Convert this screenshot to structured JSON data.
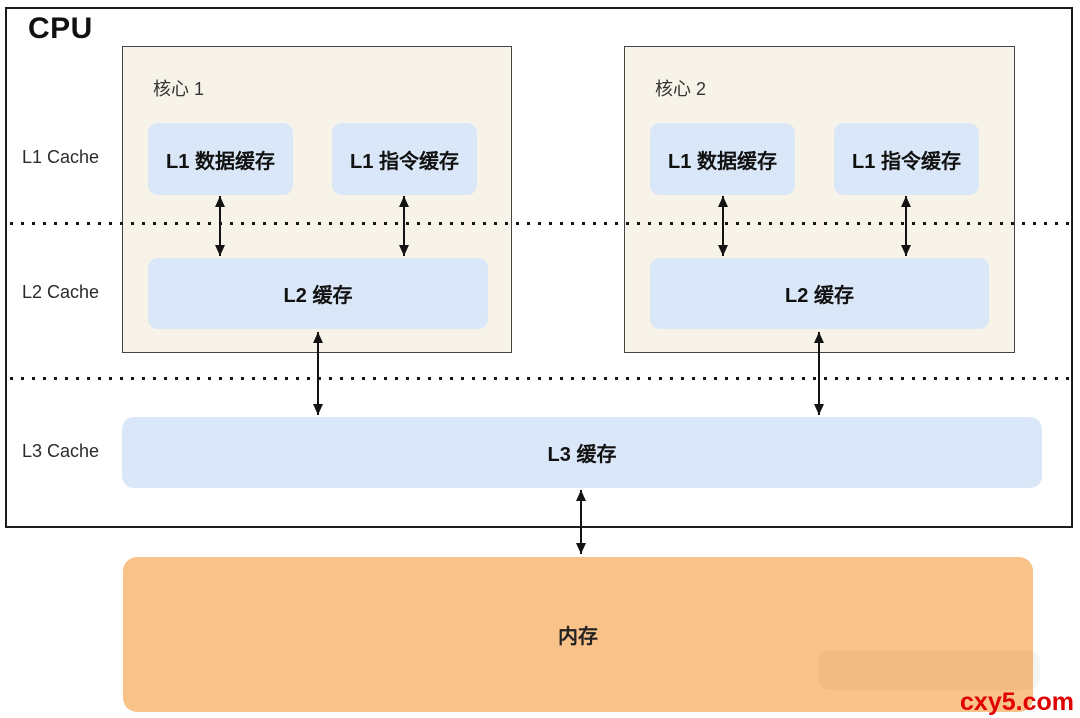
{
  "cpu": {
    "title": "CPU",
    "row_labels": [
      {
        "label": "L1 Cache"
      },
      {
        "label": "L2 Cache"
      },
      {
        "label": "L3 Cache"
      }
    ],
    "cores": [
      {
        "name": "核心 1",
        "l1_data": "L1 数据缓存",
        "l1_inst": "L1 指令缓存",
        "l2": "L2 缓存"
      },
      {
        "name": "核心 2",
        "l1_data": "L1 数据缓存",
        "l1_inst": "L1 指令缓存",
        "l2": "L2 缓存"
      }
    ],
    "l3_label": "L3 缓存"
  },
  "memory": {
    "label": "内存"
  },
  "watermark": {
    "text": "cxy5.com",
    "color": "#e10000"
  },
  "colors": {
    "core_fill": "#f7f3e8",
    "core_border": "#454545",
    "cache_fill": "#d9e7f8",
    "memory_fill": "#f9c288",
    "cpu_border": "#1c1c1c",
    "arrow": "#131313"
  },
  "connections": [
    {
      "from": "core1-l1-data-cache",
      "to": "core1-l2-cache",
      "bidirectional": true
    },
    {
      "from": "core1-l1-inst-cache",
      "to": "core1-l2-cache",
      "bidirectional": true
    },
    {
      "from": "core2-l1-data-cache",
      "to": "core2-l2-cache",
      "bidirectional": true
    },
    {
      "from": "core2-l1-inst-cache",
      "to": "core2-l2-cache",
      "bidirectional": true
    },
    {
      "from": "core1-l2-cache",
      "to": "l3-cache",
      "bidirectional": true
    },
    {
      "from": "core2-l2-cache",
      "to": "l3-cache",
      "bidirectional": true
    },
    {
      "from": "l3-cache",
      "to": "memory",
      "bidirectional": true
    }
  ]
}
